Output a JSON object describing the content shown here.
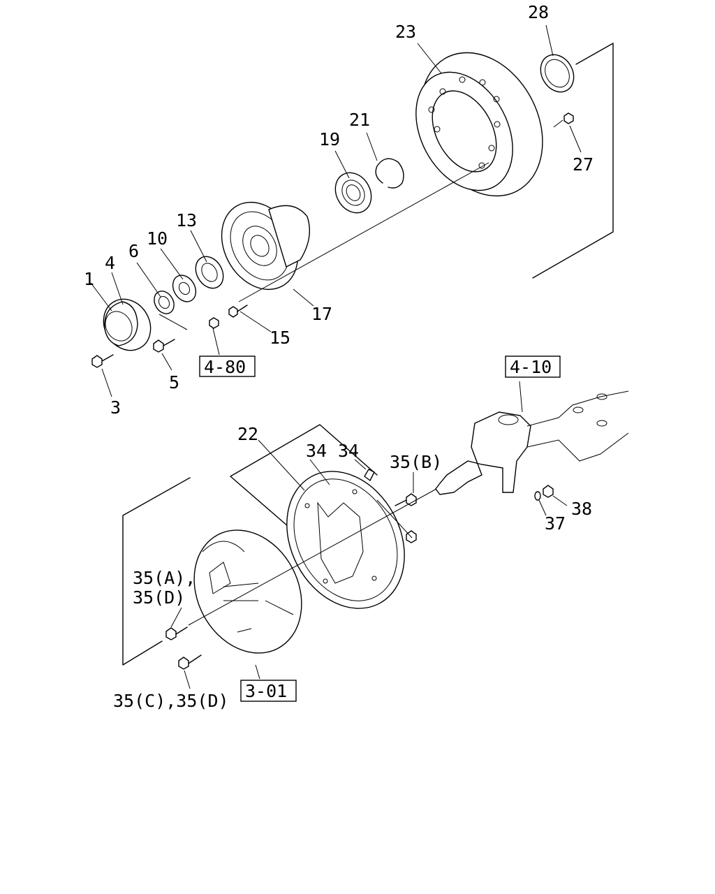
{
  "diagram": {
    "callouts": {
      "c1": "1",
      "c3": "3",
      "c4": "4",
      "c5": "5",
      "c6": "6",
      "c10": "10",
      "c13": "13",
      "c15": "15",
      "c17": "17",
      "c19": "19",
      "c21": "21",
      "c22": "22",
      "c23": "23",
      "c27": "27",
      "c28": "28",
      "c34a": "34",
      "c34b": "34",
      "c35b": "35(B)",
      "c35ad_1": "35(A),",
      "c35ad_2": "35(D)",
      "c35cd": "35(C),35(D)",
      "c37": "37",
      "c38": "38"
    },
    "references": {
      "ref_480": "4-80",
      "ref_410": "4-10",
      "ref_301": "3-01"
    }
  }
}
